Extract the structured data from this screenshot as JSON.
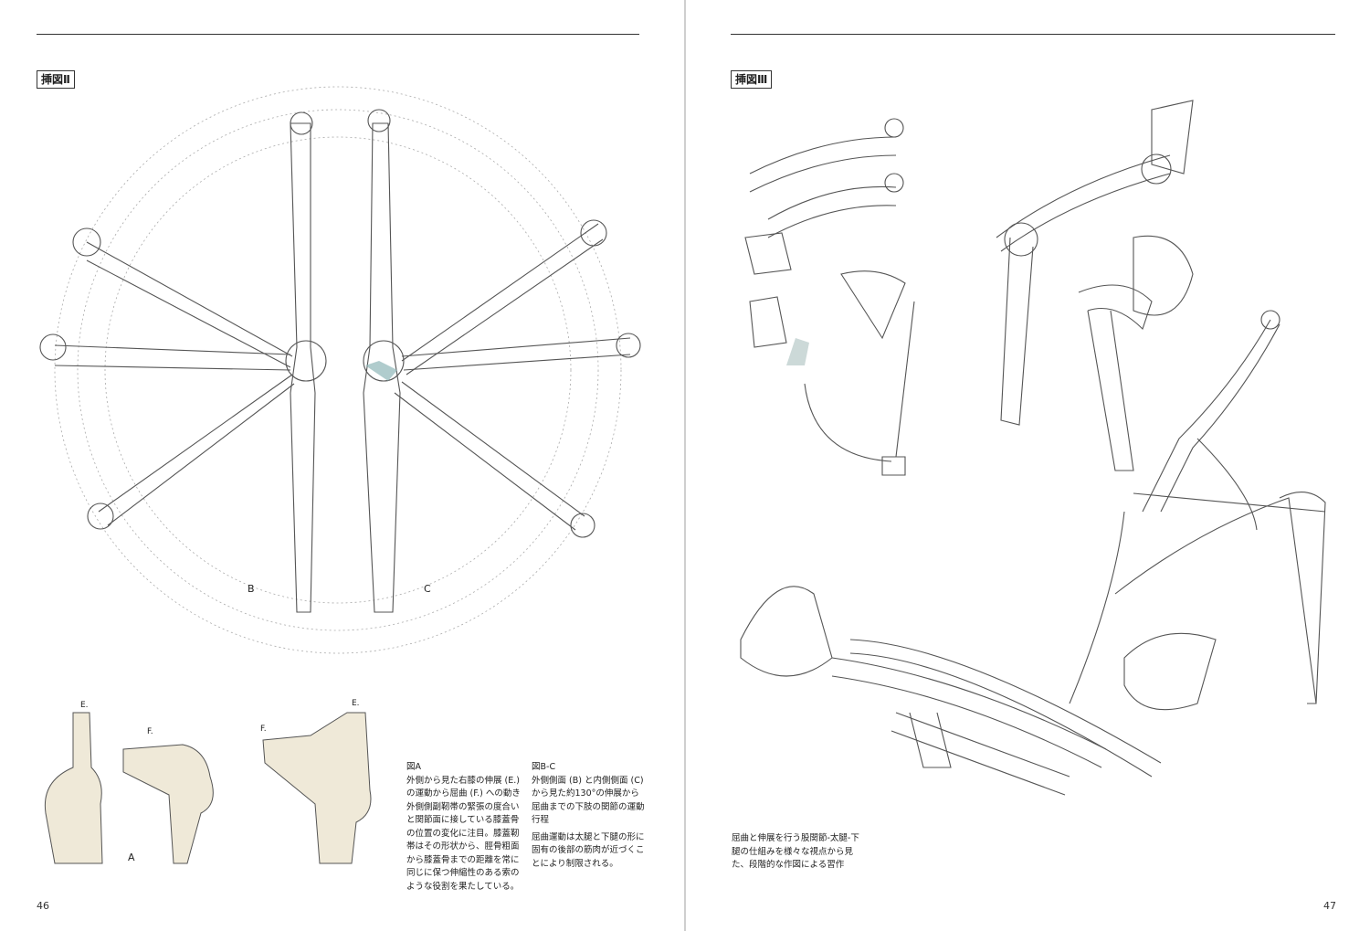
{
  "left_page": {
    "figure_tag": "挿図Ⅱ",
    "labels": {
      "b": "B",
      "c": "C",
      "a": "A",
      "e1": "E.",
      "f1": "F.",
      "e2": "E.",
      "f2": "F."
    },
    "caption_a": {
      "title": "図A",
      "body": "外側から見た右膝の伸展 (E.) の運動から屈曲 (F.) への動き外側側副靭帯の緊張の度合いと関節面に接している膝蓋骨の位置の変化に注目。膝蓋靭帯はその形状から、脛骨粗面から膝蓋骨までの距離を常に同じに保つ伸縮性のある索のような役割を果たしている。"
    },
    "caption_bc": {
      "title": "図B-C",
      "body1": "外側側面 (B) と内側側面 (C) から見た約130°の伸展から屈曲までの下肢の関節の運動行程",
      "body2": "屈曲運動は太腿と下腿の形に固有の後部の筋肉が近づくことにより制限される。"
    },
    "page_number": "46"
  },
  "right_page": {
    "figure_tag": "挿図Ⅲ",
    "caption": "屈曲と伸展を行う股関節-太腿-下腿の仕組みを様々な視点から見た、段階的な作図による習作",
    "page_number": "47"
  }
}
